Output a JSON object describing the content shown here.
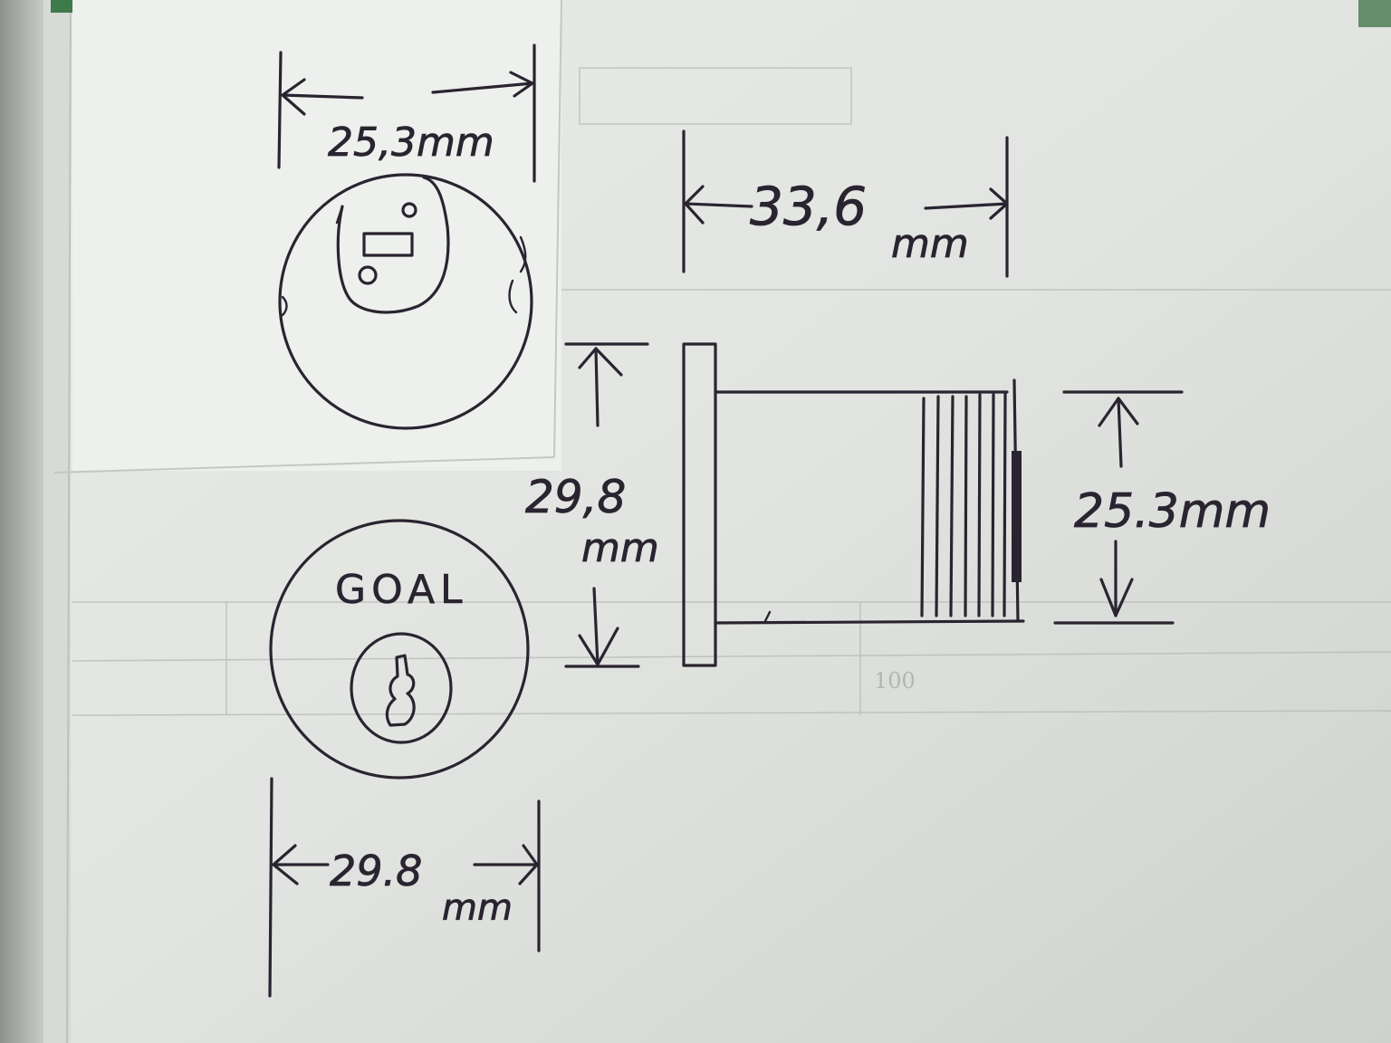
{
  "top_view": {
    "width_label": "25,3mm"
  },
  "front_view": {
    "brand": "GOAL",
    "diameter_value": "29.8",
    "diameter_unit": "mm"
  },
  "side_view": {
    "length_value": "33,6",
    "length_unit": "mm",
    "flange_value": "29,8",
    "flange_unit": "mm",
    "body_label": "25.3mm"
  },
  "background": {
    "faint_number": "100"
  },
  "colors": {
    "ink": "#2a2430",
    "paper": "#e6e8e5",
    "binder_edge": "#9a9c99"
  }
}
